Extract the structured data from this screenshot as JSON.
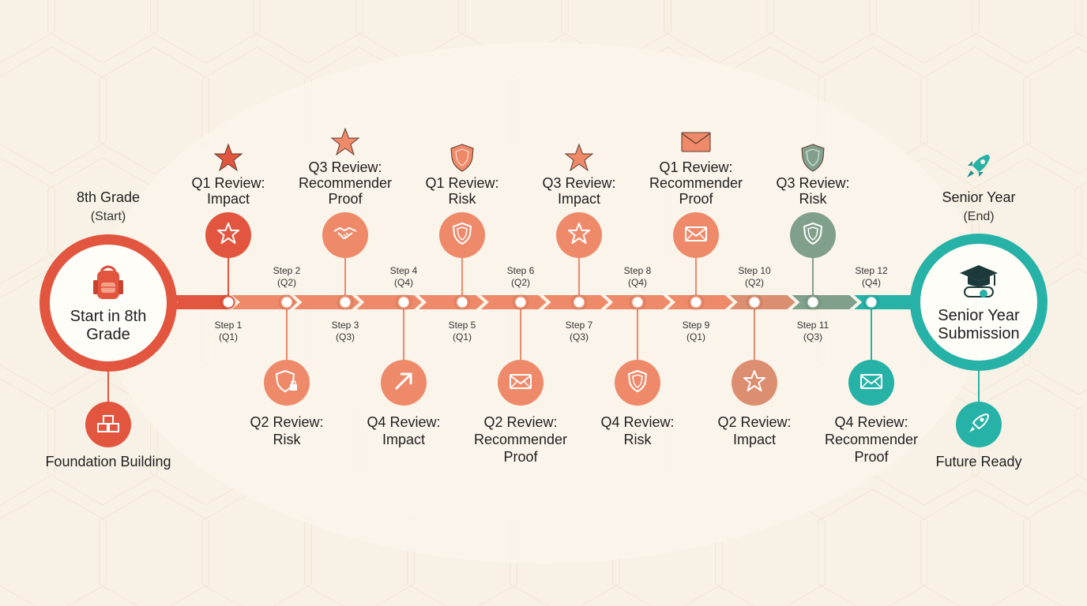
{
  "start": {
    "heading": "8th Grade",
    "subheading": "(Start)",
    "circle_text": "Start in 8th Grade",
    "circle_icon": "backpack-icon",
    "branch_label": "Foundation Building",
    "branch_icon": "blocks-icon"
  },
  "end": {
    "heading": "Senior Year",
    "subheading": "(End)",
    "circle_text": "Senior Year Submission",
    "circle_icon": "graduation-cap-icon",
    "branch_label": "Future Ready",
    "branch_icon": "rocket-icon",
    "top_icon": "rocket-icon"
  },
  "steps": [
    {
      "step": "Step 1",
      "quarter": "(Q1)",
      "review": "Q1 Review:\nImpact",
      "icon": "star-icon",
      "position": "top"
    },
    {
      "step": "Step 2",
      "quarter": "(Q2)",
      "review": "Q2 Review:\nRisk",
      "icon": "shield-lock-icon",
      "position": "bottom"
    },
    {
      "step": "Step 3",
      "quarter": "(Q3)",
      "review": "Q3 Review:\nRecommender\nProof",
      "icon": "handshake-icon",
      "position": "top"
    },
    {
      "step": "Step 4",
      "quarter": "(Q4)",
      "review": "Q4 Review:\nImpact",
      "icon": "arrow-up-right-icon",
      "position": "bottom"
    },
    {
      "step": "Step 5",
      "quarter": "(Q1)",
      "review": "Q1 Review:\nRisk",
      "icon": "shield-icon",
      "position": "top"
    },
    {
      "step": "Step 6",
      "quarter": "(Q2)",
      "review": "Q2 Review:\nRecommender\nProof",
      "icon": "envelope-icon",
      "position": "bottom"
    },
    {
      "step": "Step 7",
      "quarter": "(Q3)",
      "review": "Q3 Review:\nImpact",
      "icon": "star-icon",
      "position": "top"
    },
    {
      "step": "Step 8",
      "quarter": "(Q4)",
      "review": "Q4 Review:\nRisk",
      "icon": "shield-icon",
      "position": "bottom"
    },
    {
      "step": "Step 9",
      "quarter": "(Q1)",
      "review": "Q1 Review:\nRecommender\nProof",
      "icon": "envelope-icon",
      "position": "top"
    },
    {
      "step": "Step 10",
      "quarter": "(Q2)",
      "review": "Q2 Review:\nImpact",
      "icon": "star-icon",
      "position": "bottom"
    },
    {
      "step": "Step 11",
      "quarter": "(Q3)",
      "review": "Q3 Review:\nRisk",
      "icon": "shield-icon",
      "position": "top"
    },
    {
      "step": "Step 12",
      "quarter": "(Q4)",
      "review": "Q4 Review:\nRecommender\nProof",
      "icon": "envelope-icon",
      "position": "bottom"
    }
  ],
  "colors": {
    "start": "#e2553f",
    "middle": "#ee8a6a",
    "end": "#27b2a7",
    "background": "#f8f2e6"
  }
}
